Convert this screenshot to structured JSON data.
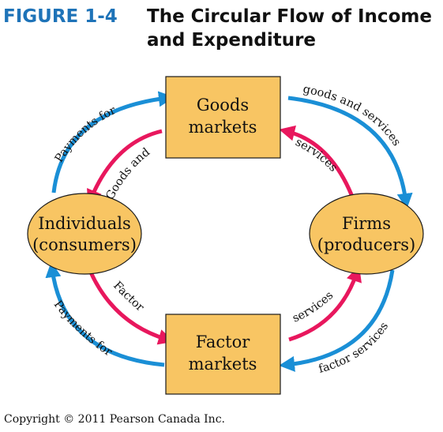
{
  "figure": {
    "label": "FIGURE 1-4",
    "title_line1": "The Circular Flow of Income",
    "title_line2": "and Expenditure"
  },
  "nodes": {
    "goods_markets": {
      "line1": "Goods",
      "line2": "markets"
    },
    "factor_markets": {
      "line1": "Factor",
      "line2": "markets"
    },
    "individuals": {
      "line1": "Individuals",
      "line2": "(consumers)"
    },
    "firms": {
      "line1": "Firms",
      "line2": "(producers)"
    }
  },
  "flows": {
    "payments_goods": "Payments for",
    "goods_to_individuals": "Goods and",
    "payments_goods_services": "goods and services",
    "services_to_goods": "services",
    "factor_from_individuals": "Factor",
    "services_to_firms": "services",
    "payments_factors": "Payments for",
    "factor_services": "factor services"
  },
  "colors": {
    "money_flow": "#1a8fd6",
    "real_flow": "#e8175d",
    "box_fill": "#f8c563",
    "figure_label": "#1e73b8"
  },
  "copyright": "Copyright © 2011 Pearson Canada Inc."
}
